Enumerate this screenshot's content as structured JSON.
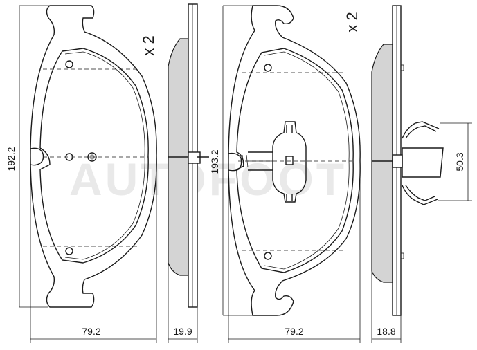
{
  "watermark": "AUTOFOOT",
  "left_pad": {
    "height_dim": "192.2",
    "width_dim": "79.2",
    "quantity": "x 2",
    "thickness_dim": "19.9"
  },
  "right_pad": {
    "height_dim": "193.2",
    "width_dim": "79.2",
    "quantity": "x 2",
    "thickness_dim": "18.8",
    "clip_dim": "50.3"
  }
}
